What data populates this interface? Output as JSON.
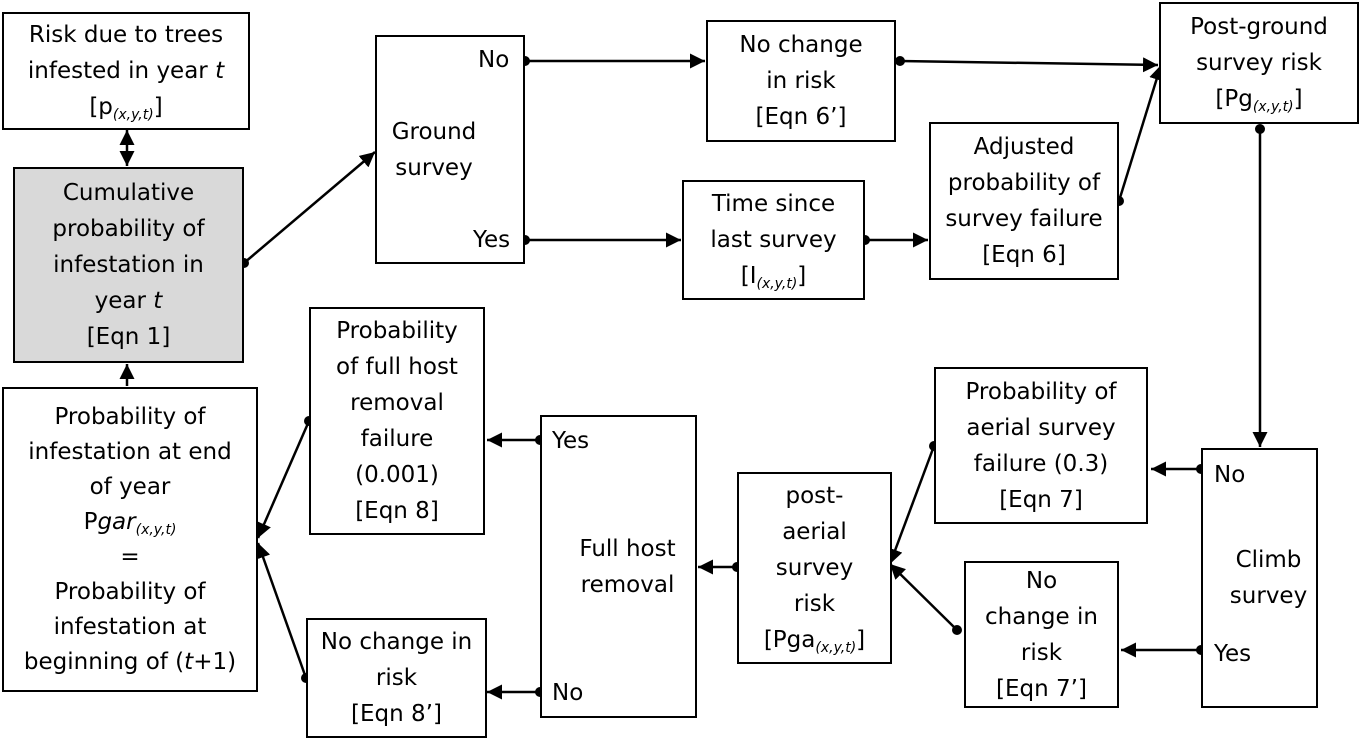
{
  "boxes": {
    "risk_trees": {
      "l1": "Risk due to trees",
      "l2_pre": "infested in year ",
      "l2_var": "t",
      "l3_pre": "[p",
      "l3_sub": "(x,y,t)",
      "l3_post": "]"
    },
    "cumulative": {
      "l1": "Cumulative",
      "l2": "probability of",
      "l3": "infestation in",
      "l4_pre": "year ",
      "l4_var": "t",
      "l5": "[Eqn 1]"
    },
    "prob_end": {
      "l1": "Probability of",
      "l2": "infestation at end",
      "l3": "of year",
      "l4_pre": "P",
      "l4_it": "gar",
      "l4_sub": "(x,y,t)",
      "l5": "=",
      "l6": "Probability of",
      "l7": "infestation at",
      "l8_pre": "beginning of (",
      "l8_var": "t",
      "l8_post": "+1)"
    },
    "ground": {
      "l1": "Ground",
      "l2": "survey"
    },
    "no_change_6": {
      "l1": "No change",
      "l2": "in risk",
      "l3": "[Eqn 6’]"
    },
    "time_since": {
      "l1": "Time since",
      "l2": "last survey",
      "l3_pre": "[I",
      "l3_sub": "(x,y,t)",
      "l3_post": "]"
    },
    "adjusted": {
      "l1": "Adjusted",
      "l2": "probability of",
      "l3": "survey failure",
      "l4": "[Eqn 6]"
    },
    "post_ground": {
      "l1": "Post-ground",
      "l2": "survey risk",
      "l3_pre": "[Pg",
      "l3_sub": "(x,y,t)",
      "l3_post": "]"
    },
    "climb": {
      "l1": "Climb",
      "l2": "survey"
    },
    "aerial_fail": {
      "l1": "Probability of",
      "l2": "aerial survey",
      "l3": "failure (0.3)",
      "l4": "[Eqn 7]"
    },
    "no_change_7": {
      "l1": "No",
      "l2": "change in",
      "l3": "risk",
      "l4": "[Eqn 7’]"
    },
    "post_aerial": {
      "l1": "post-",
      "l2": "aerial",
      "l3": "survey",
      "l4": "risk",
      "l5_pre": "[Pga",
      "l5_sub": "(x,y,t)",
      "l5_post": "]"
    },
    "full_host": {
      "l1": "Full host",
      "l2": "removal"
    },
    "removal_fail": {
      "l1": "Probability",
      "l2": "of full host",
      "l3": "removal",
      "l4": "failure",
      "l5": "(0.001)",
      "l6": "[Eqn 8]"
    },
    "no_change_8": {
      "l1": "No change in",
      "l2": "risk",
      "l3": "[Eqn 8’]"
    }
  },
  "labels": {
    "ground_no": "No",
    "ground_yes": "Yes",
    "climb_no": "No",
    "climb_yes": "Yes",
    "removal_yes": "Yes",
    "removal_no": "No"
  }
}
